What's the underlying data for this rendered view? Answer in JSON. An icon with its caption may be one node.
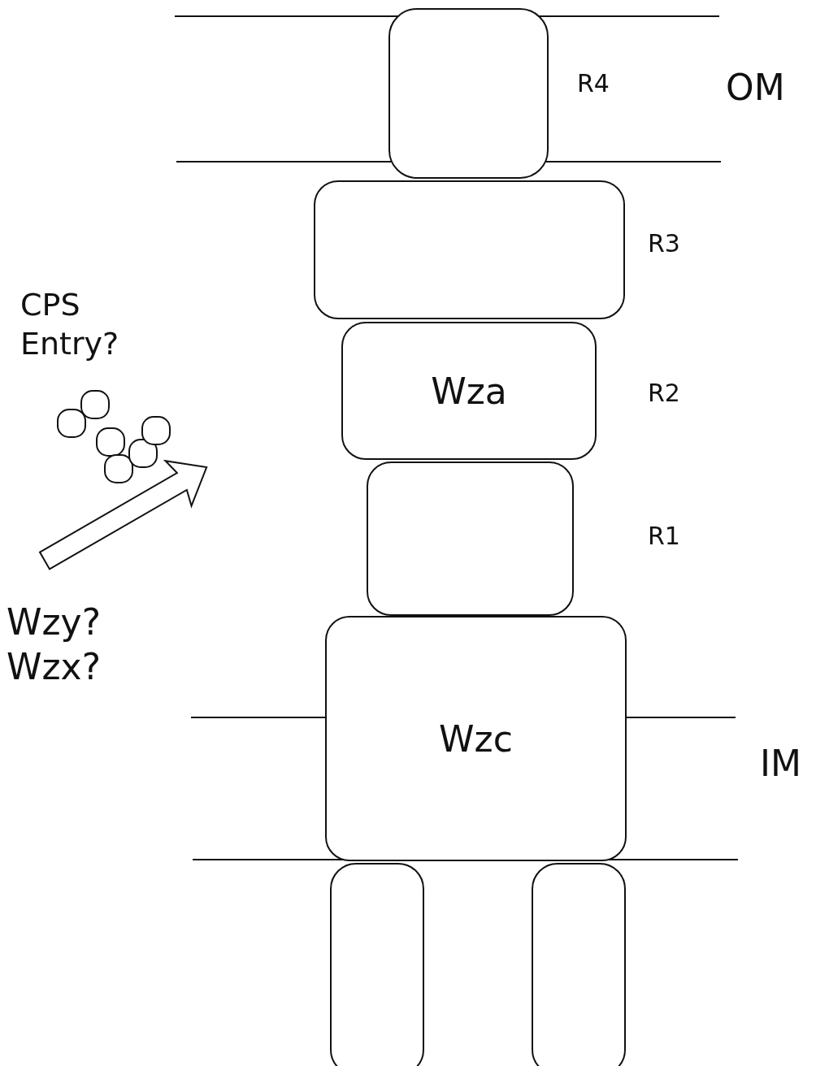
{
  "diagram": {
    "nodes": [
      {
        "text": [],
        "shape": "box",
        "beside": [
          "R4"
        ]
      },
      {
        "text": [],
        "shape": "box",
        "beside": [
          "R3"
        ]
      },
      {
        "text": [
          "Wza"
        ],
        "beside": [
          "R2"
        ]
      },
      {
        "text": [],
        "shape": "box",
        "beside": [
          "R1"
        ]
      },
      {
        "text": [
          "Wzc"
        ]
      },
      {
        "text": [],
        "shape": "box"
      },
      {
        "text": [],
        "shape": "box"
      }
    ],
    "edges": [],
    "labels": [
      "OM",
      "CPS Entry?",
      "Wzy? Wzx?",
      "IM"
    ]
  }
}
